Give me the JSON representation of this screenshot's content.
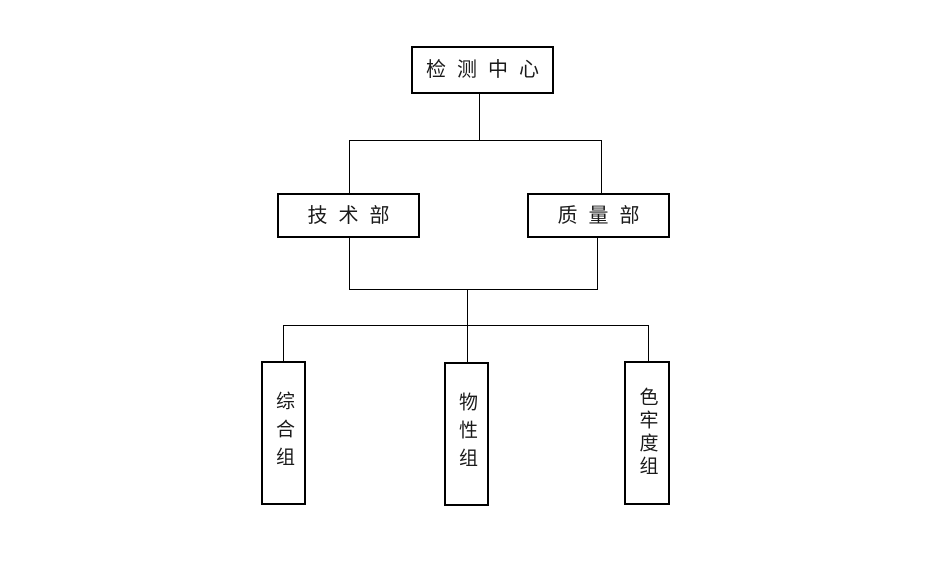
{
  "diagram": {
    "type": "org-chart",
    "root": {
      "label": "检测中心"
    },
    "departments": [
      {
        "label": "技术部"
      },
      {
        "label": "质量部"
      }
    ],
    "groups": [
      {
        "label": "综合组"
      },
      {
        "label": "物性组"
      },
      {
        "label": "色牢度组"
      }
    ]
  },
  "colors": {
    "background": "#ffffff",
    "line": "#000000",
    "text": "#1a1a1a"
  }
}
